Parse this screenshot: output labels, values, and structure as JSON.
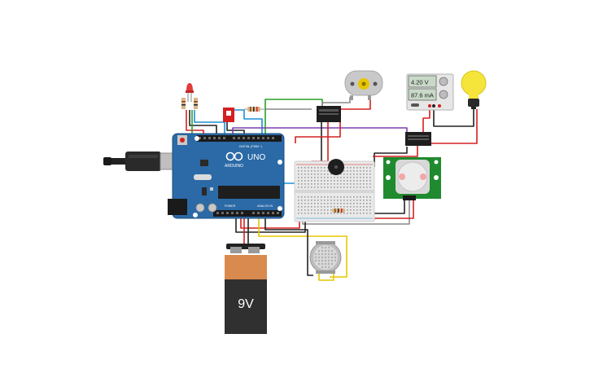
{
  "arduino": {
    "brand": "ARDUINO",
    "model": "UNO",
    "label_digital": "DIGITAL (PWM ~)",
    "label_power": "POWER",
    "label_analog": "ANALOG IN"
  },
  "battery": {
    "voltage_label": "9V"
  },
  "multimeter": {
    "voltage_reading": "4.20 V",
    "current_reading": "87.6 mA"
  },
  "colors": {
    "wire_red": "#d42020",
    "wire_black": "#222222",
    "wire_green": "#2aa12a",
    "wire_blue": "#1e8fd8",
    "wire_purple": "#7b3fb0",
    "wire_yellow": "#e8c600",
    "wire_gray": "#8a8a8a",
    "arduino_blue": "#2b6aa6",
    "pir_green": "#1f8a2e",
    "bulb_yellow": "#f5e43a"
  },
  "icons": [
    "led-icon",
    "usb-plug-icon",
    "bulb-icon",
    "motor-icon",
    "buzzer-icon",
    "gas-sensor-icon",
    "pir-sensor-icon",
    "relay-icon",
    "slide-switch-icon"
  ]
}
